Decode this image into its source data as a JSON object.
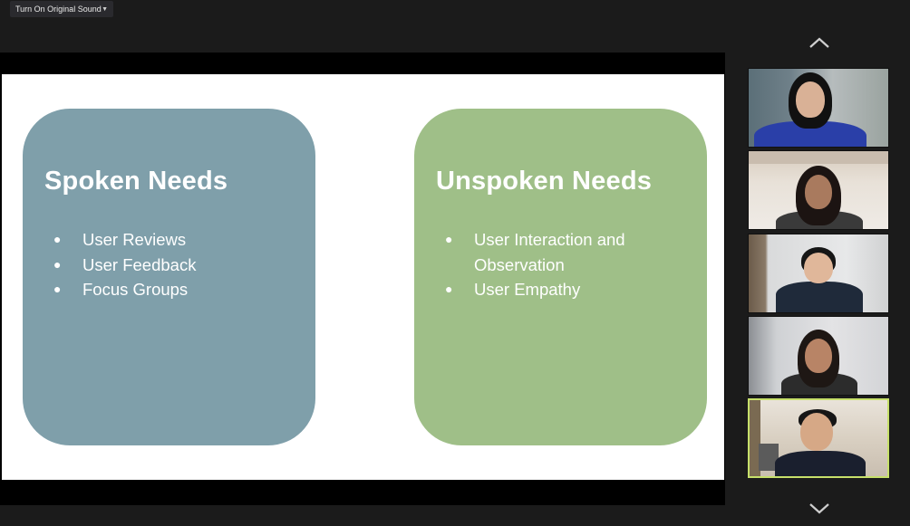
{
  "controls": {
    "original_sound_label": "Turn On Original Sound",
    "dropdown_caret": "▼"
  },
  "slide": {
    "left_card": {
      "title": "Spoken Needs",
      "items": [
        "User Reviews",
        "User Feedback",
        "Focus Groups"
      ]
    },
    "right_card": {
      "title": "Unspoken Needs",
      "items": [
        "User Interaction and Observation",
        "User Empathy"
      ]
    },
    "bullet": "●",
    "colors": {
      "left_card": "#7f9faa",
      "right_card": "#9fbf88"
    }
  },
  "gallery": {
    "scroll_up_icon": "chevron-up-icon",
    "scroll_down_icon": "chevron-down-icon",
    "active_speaker_color": "#c7e06a",
    "participant_count_visible": 5
  }
}
